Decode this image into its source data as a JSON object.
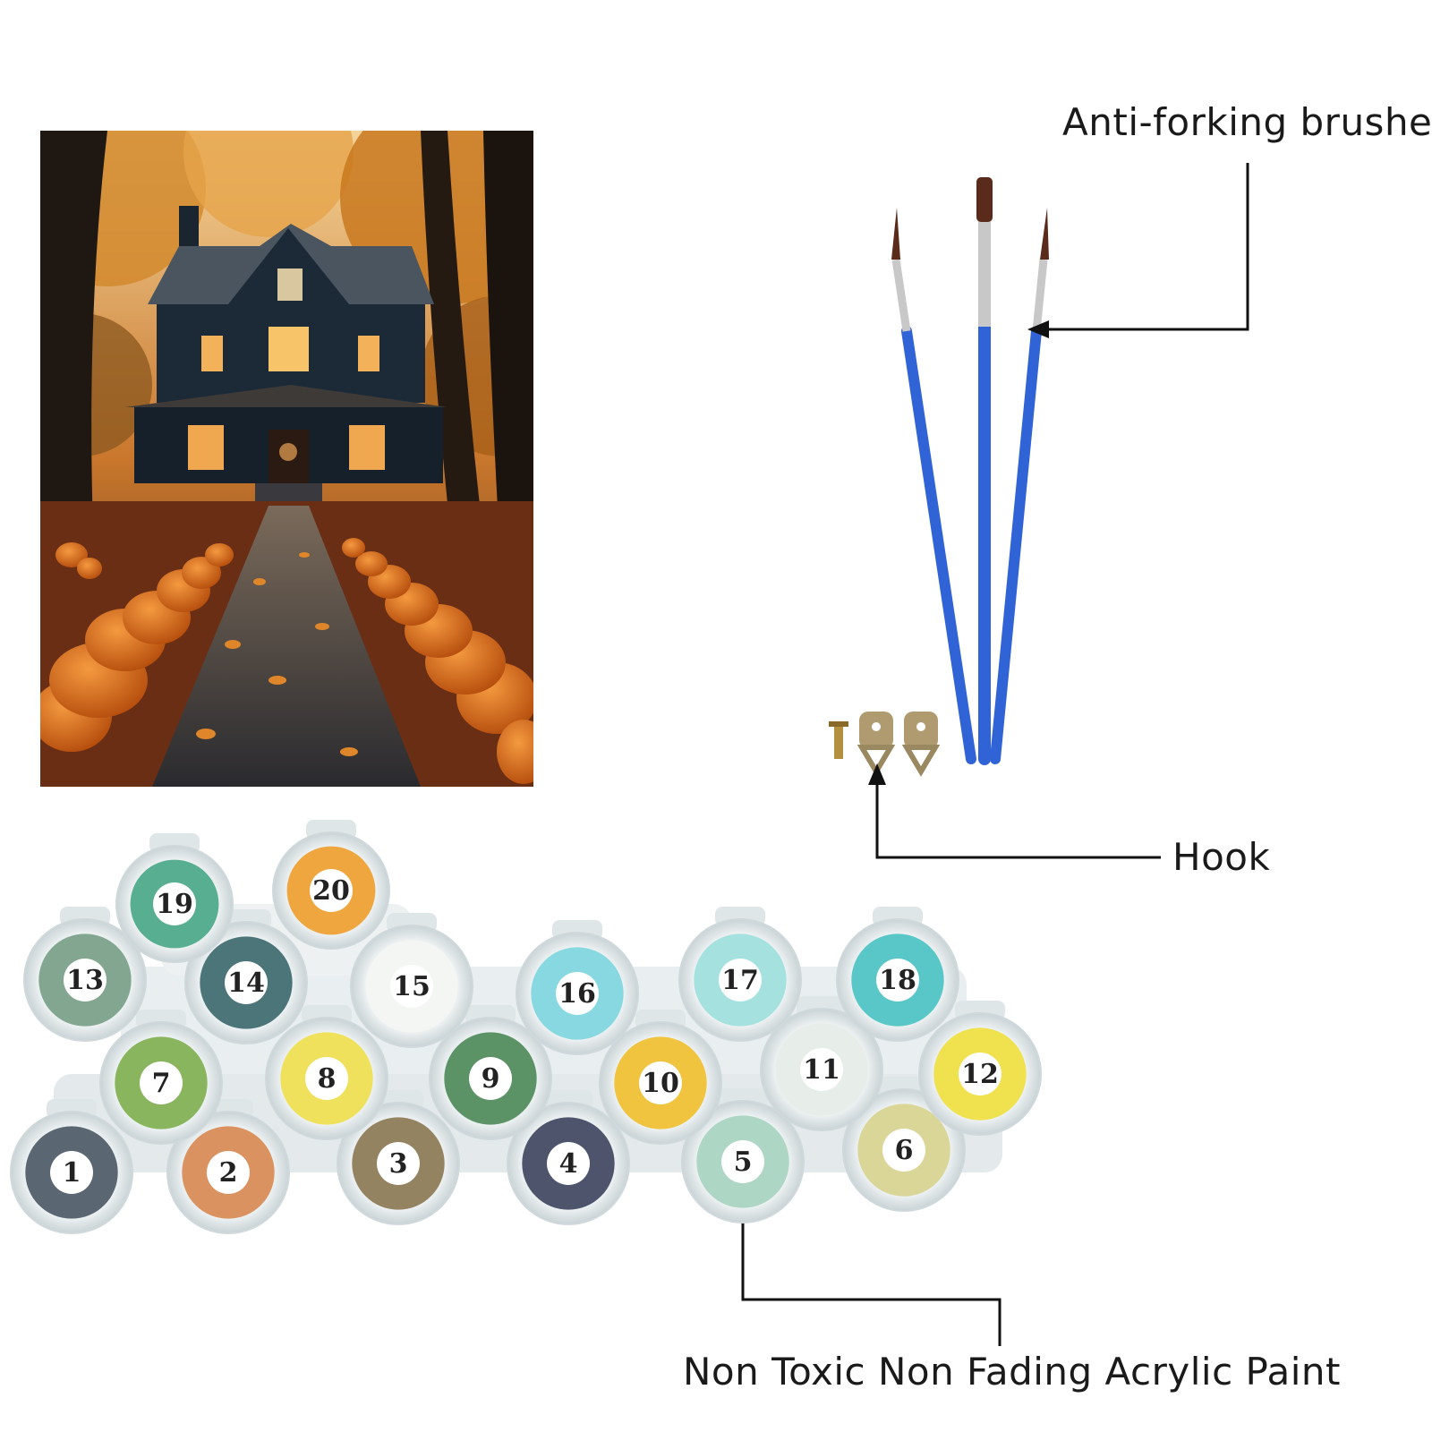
{
  "labels": {
    "brushes": "Anti-forking brushes",
    "hook": "Hook",
    "paint": "Non Toxic Non Fading Acrylic Paint"
  },
  "paint_pots": [
    {
      "num": "1",
      "color": "#4d5a66"
    },
    {
      "num": "2",
      "color": "#d98a55"
    },
    {
      "num": "3",
      "color": "#8c7a55"
    },
    {
      "num": "4",
      "color": "#3f4660"
    },
    {
      "num": "5",
      "color": "#a8d4c0"
    },
    {
      "num": "6",
      "color": "#d8d490"
    },
    {
      "num": "7",
      "color": "#7fb050"
    },
    {
      "num": "8",
      "color": "#f0e050"
    },
    {
      "num": "9",
      "color": "#4e8a5a"
    },
    {
      "num": "10",
      "color": "#f0c030"
    },
    {
      "num": "11",
      "color": "#e6eee8"
    },
    {
      "num": "12",
      "color": "#f0e040"
    },
    {
      "num": "13",
      "color": "#7aa088"
    },
    {
      "num": "14",
      "color": "#3e6a70"
    },
    {
      "num": "15",
      "color": "#f4f6f4"
    },
    {
      "num": "16",
      "color": "#7ed6df"
    },
    {
      "num": "17",
      "color": "#9ee0dc"
    },
    {
      "num": "18",
      "color": "#4cc2c4"
    },
    {
      "num": "19",
      "color": "#4aa888"
    },
    {
      "num": "20",
      "color": "#f0a030"
    }
  ],
  "colors": {
    "brush_handle": "#2f63d6",
    "brush_ferrule": "#c8c8c8",
    "brush_tip": "#5a2a1a",
    "line": "#111111",
    "pumpkin": "#d96a1a",
    "house": "#1c2a38"
  }
}
